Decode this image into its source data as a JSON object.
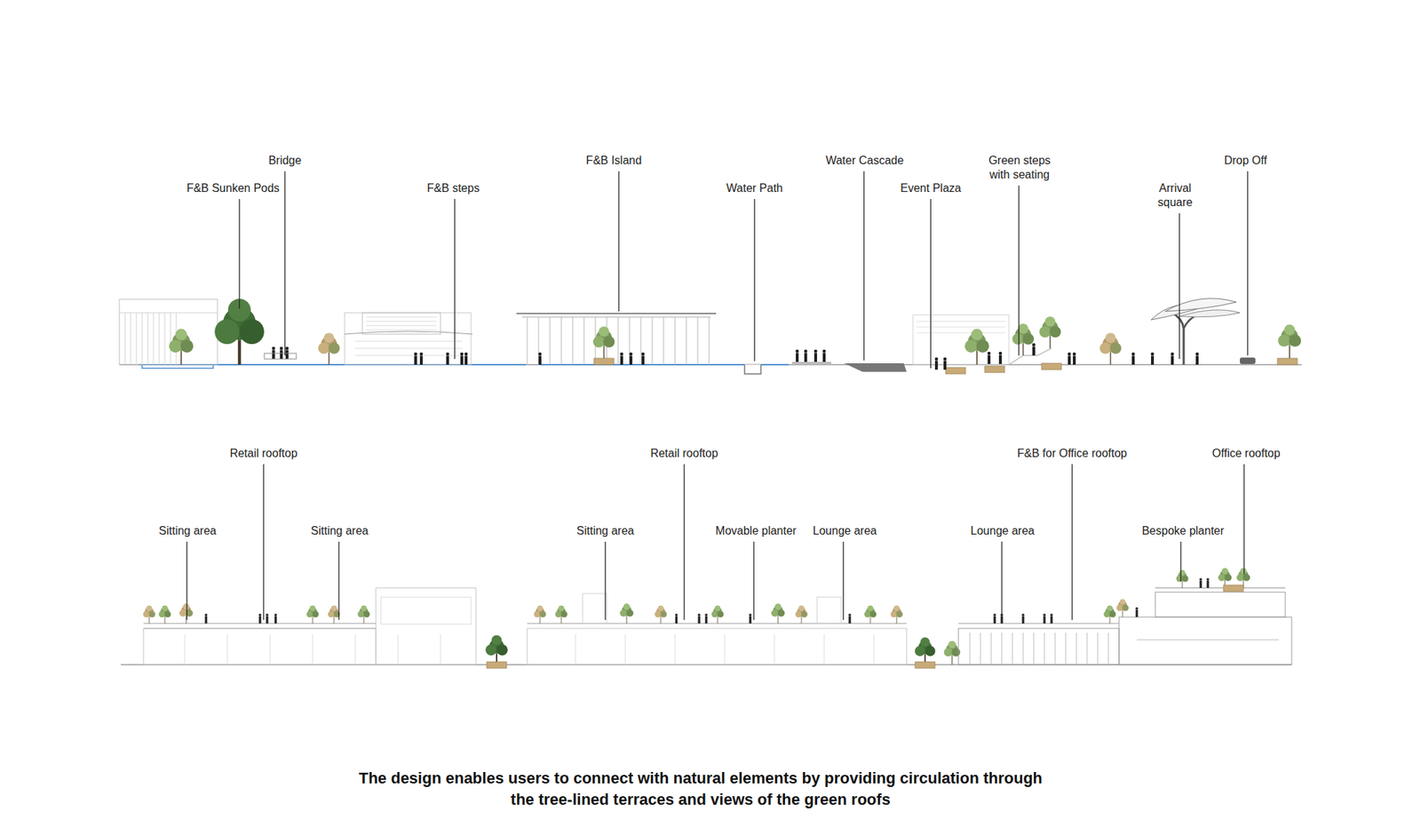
{
  "diagram": {
    "caption": "The design enables users to connect with natural elements by providing circulation through the tree-lined terraces and views of the green roofs",
    "labels": [
      "F&B Sunken Pods",
      "Bridge",
      "F&B steps",
      "F&B Island",
      "Water Path",
      "Water Cascade",
      "Event Plaza",
      "Green steps with seating",
      "Arrival square",
      "Drop Off",
      "Retail rooftop",
      "Sitting area",
      "Sitting area",
      "Retail rooftop",
      "Sitting area",
      "Movable planter",
      "Lounge area",
      "Lounge area",
      "F&B for Office rooftop",
      "Bespoke planter",
      "Office rooftop"
    ]
  }
}
